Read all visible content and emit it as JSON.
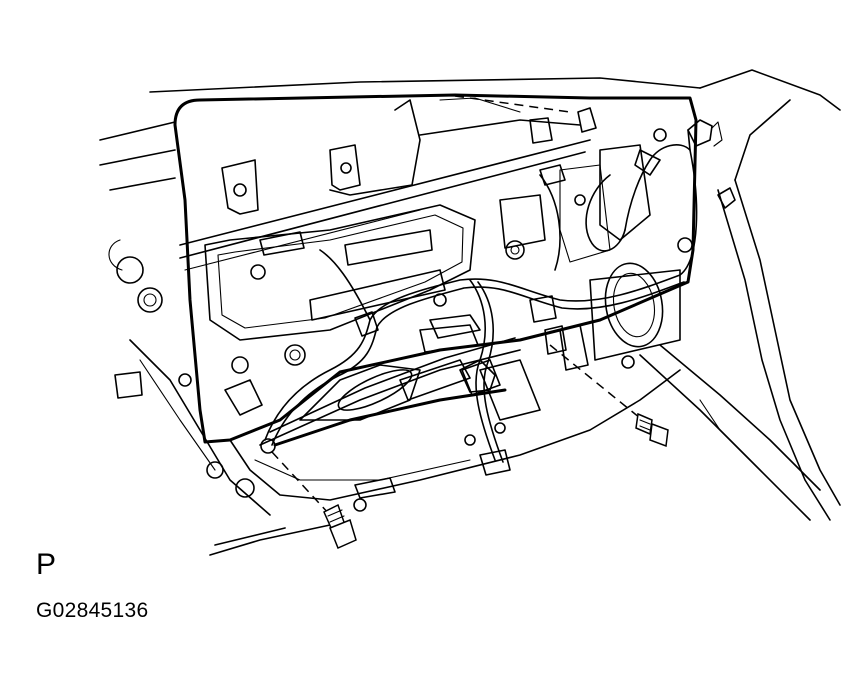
{
  "diagram": {
    "view_letter": "P",
    "figure_code": "G02845136",
    "colors": {
      "line": "#000000",
      "background": "#ffffff"
    },
    "parts": [
      "door-inner-panel",
      "wire-harness",
      "window-regulator",
      "lower-left-bolt",
      "lower-right-bolt",
      "speaker-opening"
    ]
  }
}
